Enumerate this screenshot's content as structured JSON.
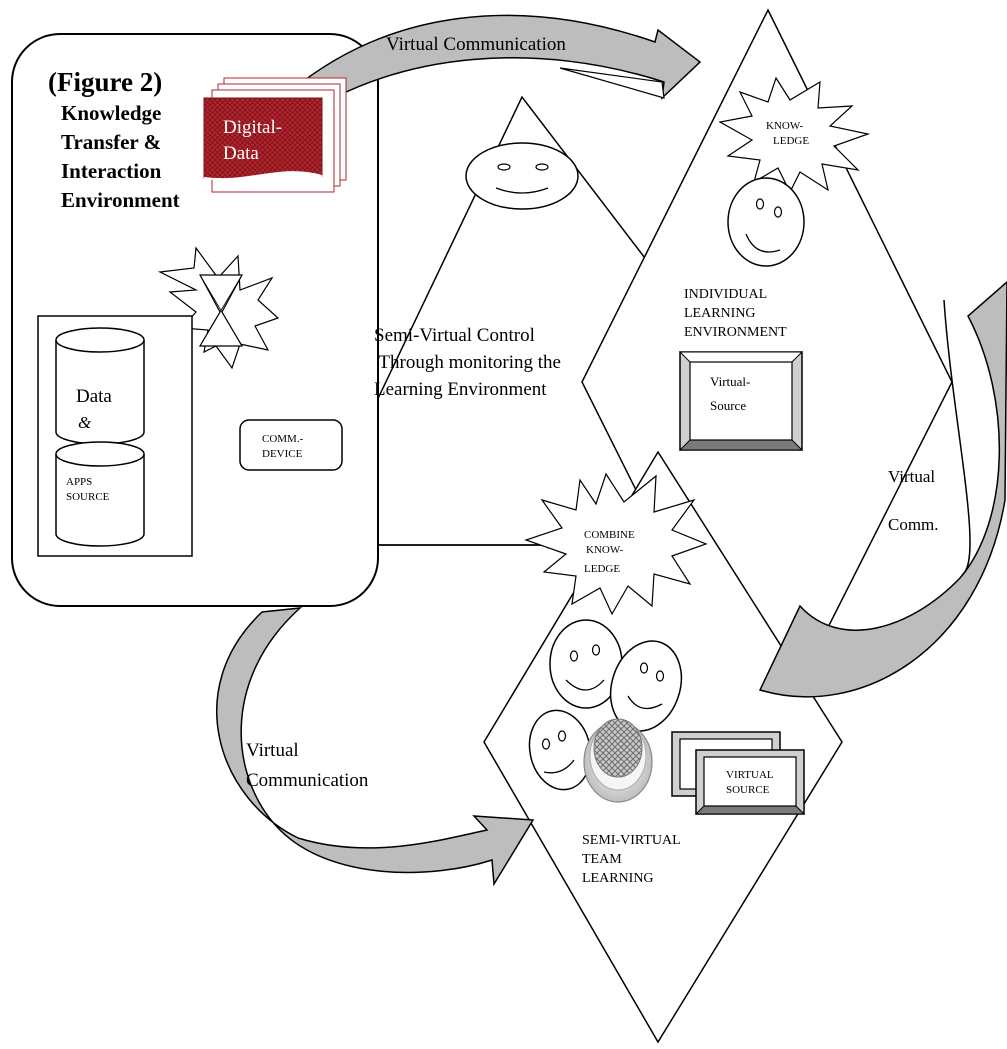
{
  "figure": {
    "label": "(Figure 2)",
    "title_lines": [
      "Knowledge",
      "Transfer &",
      "Interaction",
      "Environment"
    ]
  },
  "digital_data": [
    "Digital-",
    "Data"
  ],
  "database": {
    "upper": [
      "Data",
      "&"
    ],
    "lower": [
      "APPS",
      "SOURCE"
    ]
  },
  "comm_device": [
    "COMM.-",
    "DEVICE"
  ],
  "arrows": {
    "top": "Virtual Communication",
    "left": [
      "Virtual",
      "Communication"
    ],
    "right": [
      "Virtual",
      "Comm."
    ]
  },
  "control_text": [
    "Semi-Virtual Control",
    " Through monitoring the",
    "Learning Environment"
  ],
  "individual": {
    "burst": [
      "KNOW-",
      "LEDGE"
    ],
    "label": [
      "INDIVIDUAL",
      "LEARNING",
      "ENVIRONMENT"
    ],
    "source": [
      "Virtual-",
      "Source"
    ]
  },
  "team": {
    "burst": [
      "COMBINE",
      "KNOW-",
      "LEDGE"
    ],
    "label": [
      "SEMI-VIRTUAL",
      "TEAM",
      "LEARNING"
    ],
    "source": [
      "VIRTUAL",
      "SOURCE"
    ]
  },
  "colors": {
    "arrow_fill": "#bdbdbd",
    "digital_red": "#b3262e",
    "stroke": "#000000"
  }
}
